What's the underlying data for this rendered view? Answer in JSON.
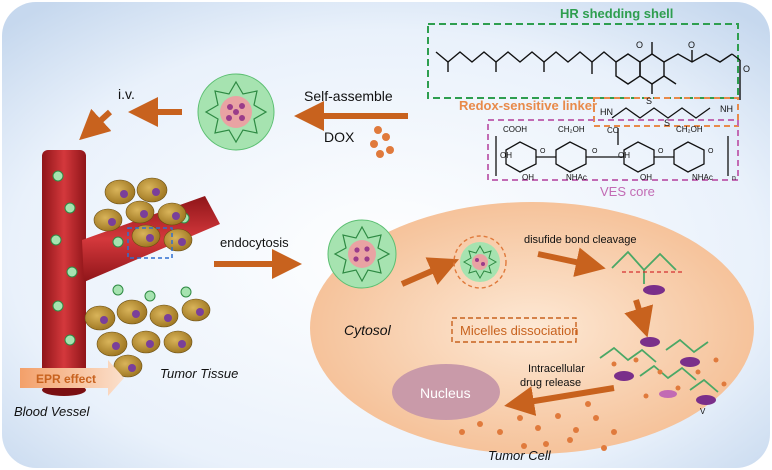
{
  "labels": {
    "hr_shell": "HR shedding shell",
    "redox_linker": "Redox-sensitive linker",
    "ves_core": "VES core",
    "self_assemble": "Self-assemble",
    "dox": "DOX",
    "iv": "i.v.",
    "endocytosis": "endocytosis",
    "disulfide": "disufide bond cleavage",
    "cytosol": "Cytosol",
    "micelles_dissociation": "Micelles dissociation",
    "intracellular_release": "Intracellular\ndrug release",
    "nucleus": "Nucleus",
    "tumor_cell": "Tumor Cell",
    "tumor_tissue": "Tumor Tissue",
    "blood_vessel": "Blood Vessel",
    "epr_effect": "EPR effect"
  },
  "chem": {
    "cooh": "COOH",
    "ch2oh_1": "CH₂OH",
    "ch2oh_2": "CH₂OH",
    "oh_1": "OH",
    "oh_2": "OH",
    "oh_3": "OH",
    "oh_4": "OH",
    "nhac_1": "NHAc",
    "nhac_2": "NHAc",
    "hn": "HN",
    "nh": "NH",
    "co": "CO",
    "s1": "S",
    "s2": "S",
    "o_ring": "O",
    "o_keto": "O",
    "o_amide": "O",
    "o_g1": "O",
    "o_g2": "O",
    "o_g3": "O",
    "o_g4": "O",
    "n_sub": "n",
    "v_mark": "V"
  },
  "colors": {
    "arrow": "#c8621e",
    "hr_green": "#2e9e4f",
    "redox_orange": "#e88a4a",
    "ves_pink": "#c26bb4",
    "vessel_red": "#c0262b",
    "cell_fill": "#f6c9a4",
    "nucleus": "#c99aa9",
    "dox_dot": "#e07a3c",
    "micelle_shell": "#a6e3b0",
    "micelle_core": "#e9a3a3",
    "tumor_cell": "#b7892a"
  }
}
